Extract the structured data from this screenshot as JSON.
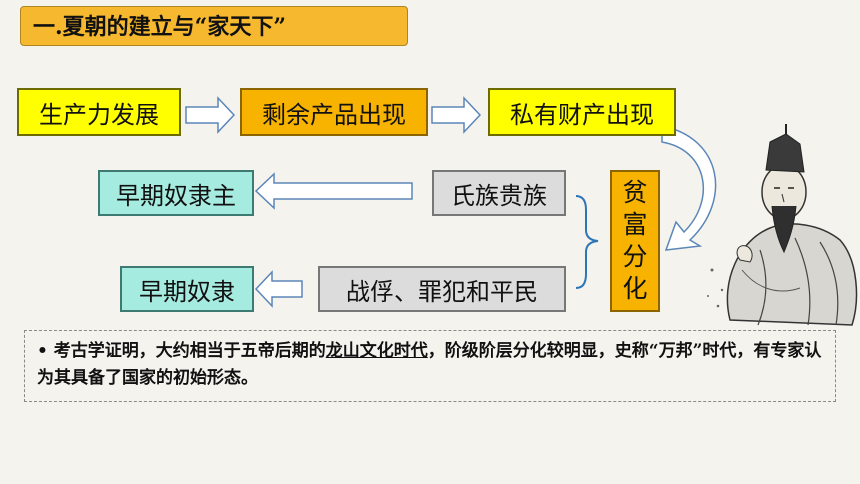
{
  "title": "一.夏朝的建立与“家天下”",
  "flow": {
    "productivity": "生产力发展",
    "surplus": "剩余产品出现",
    "private_property": "私有财产出现",
    "polarization": [
      "贫",
      "富",
      "分",
      "化"
    ],
    "nobles": "氏族贵族",
    "slave_owners": "早期奴隶主",
    "captives": "战俘、罪犯和平民",
    "slaves": "早期奴隶"
  },
  "note": {
    "bullet": "•",
    "part1": "考古学证明，大约相当于五帝后期的",
    "highlight": "龙山文化时代",
    "part2": "，阶级阶层分化较明显，史称“万邦”时代，有专家认为其具备了国家的初始形态。"
  },
  "colors": {
    "yellow": "#ffff00",
    "orange": "#f7b300",
    "teal": "#a6ebe0",
    "gray": "#dcdcdc",
    "arrow_stroke": "#5b86b8"
  }
}
